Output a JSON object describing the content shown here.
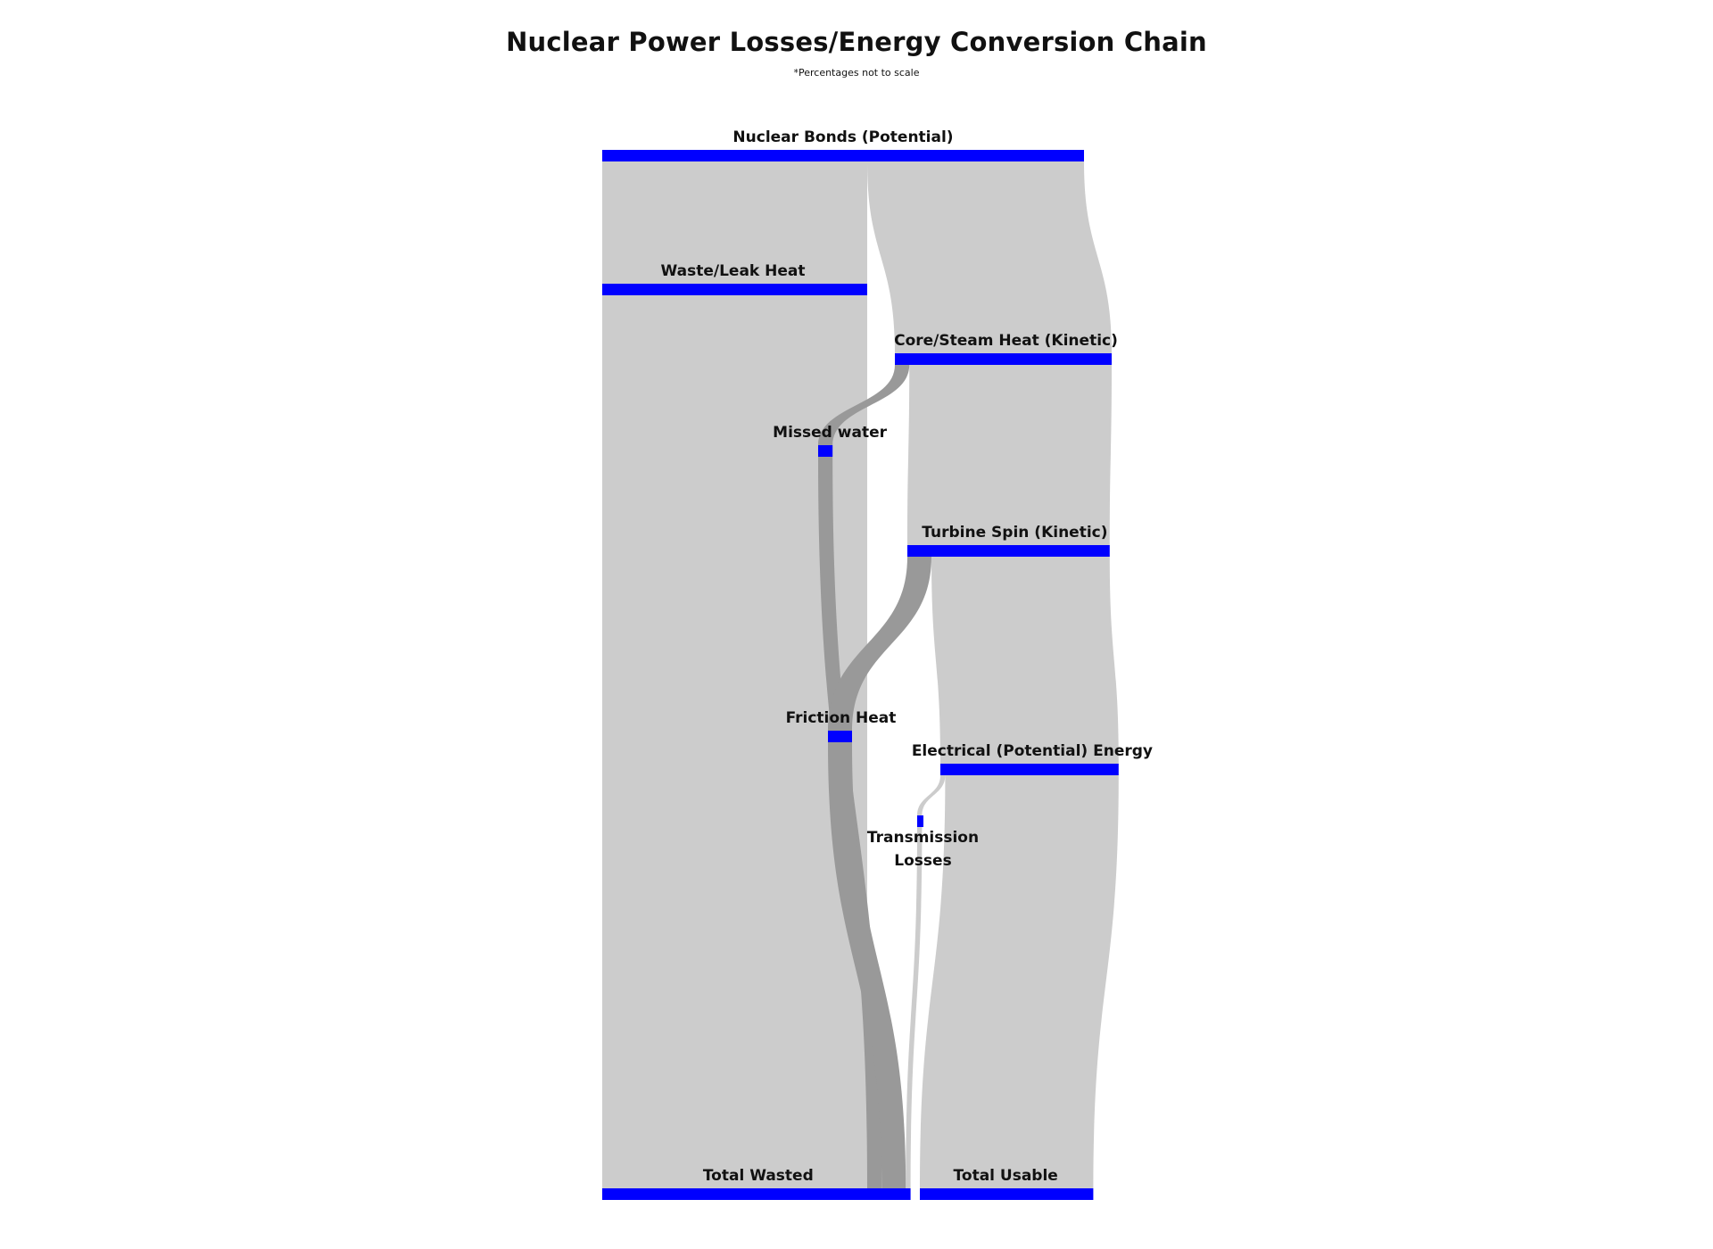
{
  "title": "Nuclear Power Losses/Energy Conversion Chain",
  "subtitle": "*Percentages not to scale",
  "colors": {
    "node": "#0000ff",
    "link": "#cccccc",
    "link_highlight": "#999999",
    "background": "#ffffff"
  },
  "nodes": [
    {
      "id": "nuclear",
      "label": "Nuclear Bonds (Potential)"
    },
    {
      "id": "waste",
      "label": "Waste/Leak Heat"
    },
    {
      "id": "core",
      "label": "Core/Steam Heat (Kinetic)"
    },
    {
      "id": "missed",
      "label": "Missed water"
    },
    {
      "id": "turbine",
      "label": "Turbine Spin (Kinetic)"
    },
    {
      "id": "friction",
      "label": "Friction Heat"
    },
    {
      "id": "electrical",
      "label": "Electrical (Potential) Energy"
    },
    {
      "id": "transmission",
      "label": "Transmission Losses"
    },
    {
      "id": "total_wasted",
      "label": "Total Wasted"
    },
    {
      "id": "total_usable",
      "label": "Total Usable"
    }
  ],
  "links": [
    {
      "source": "nuclear",
      "target": "waste",
      "value": 55,
      "emphasis": "normal"
    },
    {
      "source": "nuclear",
      "target": "core",
      "value": 45,
      "emphasis": "normal"
    },
    {
      "source": "waste",
      "target": "total_wasted",
      "value": 55,
      "emphasis": "normal"
    },
    {
      "source": "core",
      "target": "missed",
      "value": 3,
      "emphasis": "highlight"
    },
    {
      "source": "core",
      "target": "turbine",
      "value": 42,
      "emphasis": "normal"
    },
    {
      "source": "missed",
      "target": "total_wasted",
      "value": 3,
      "emphasis": "highlight"
    },
    {
      "source": "turbine",
      "target": "friction",
      "value": 5,
      "emphasis": "highlight"
    },
    {
      "source": "turbine",
      "target": "electrical",
      "value": 37,
      "emphasis": "normal"
    },
    {
      "source": "friction",
      "target": "total_wasted",
      "value": 5,
      "emphasis": "highlight"
    },
    {
      "source": "electrical",
      "target": "transmission",
      "value": 1,
      "emphasis": "normal"
    },
    {
      "source": "electrical",
      "target": "total_usable",
      "value": 36,
      "emphasis": "normal"
    },
    {
      "source": "transmission",
      "target": "total_wasted",
      "value": 1,
      "emphasis": "normal"
    }
  ]
}
